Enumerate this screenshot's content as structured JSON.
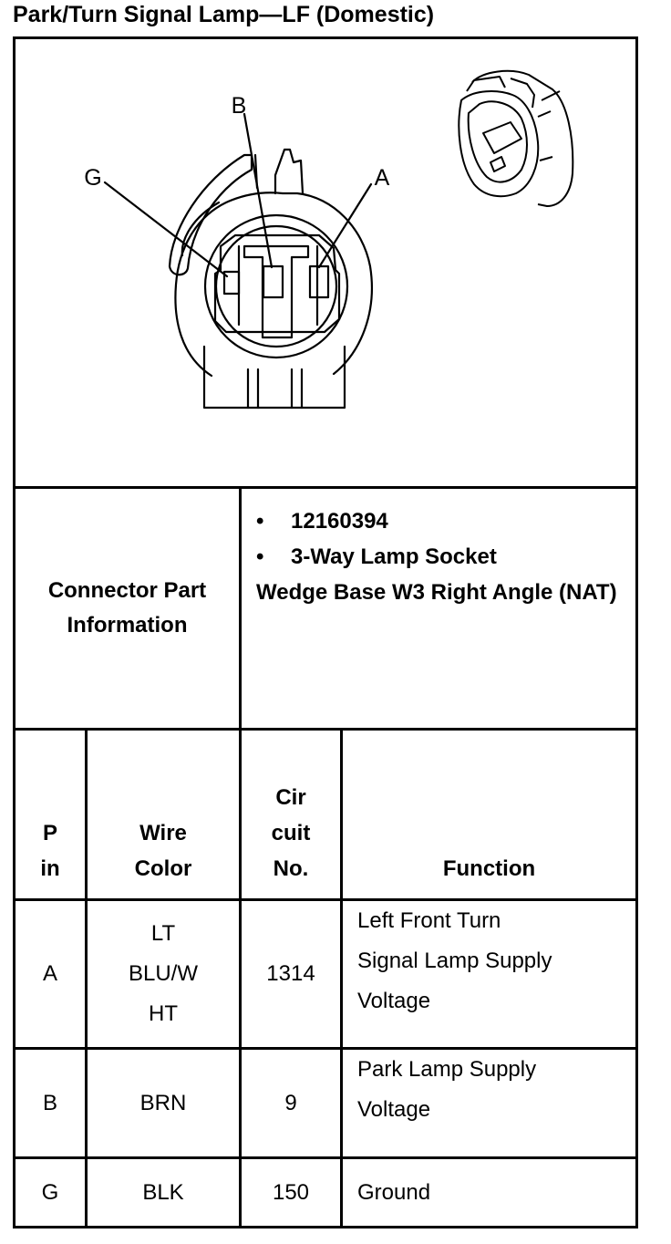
{
  "title": "Park/Turn Signal Lamp—LF (Domestic)",
  "diagram": {
    "labels": {
      "b": "B",
      "g": "G",
      "a": "A"
    }
  },
  "part_info": {
    "label": "Connector Part Information",
    "bullet": "•",
    "part_number": "12160394",
    "description_line1": "3-Way Lamp Socket",
    "description_line2": "Wedge Base W3 Right Angle (NAT)"
  },
  "table": {
    "headers": {
      "pin_l1": "P",
      "pin_l2": "in",
      "color_l1": "Wire",
      "color_l2": "Color",
      "circuit_l1": "Cir",
      "circuit_l2": "cuit",
      "circuit_l3": "No.",
      "function": "Function"
    },
    "rows": [
      {
        "pin": "A",
        "color_l1": "LT",
        "color_l2": "BLU/W",
        "color_l3": "HT",
        "circuit": "1314",
        "function_l1": "Left Front Turn",
        "function_l2": "Signal Lamp Supply",
        "function_l3": "Voltage"
      },
      {
        "pin": "B",
        "color": "BRN",
        "circuit": "9",
        "function_l1": "Park Lamp Supply",
        "function_l2": "Voltage"
      },
      {
        "pin": "G",
        "color": "BLK",
        "circuit": "150",
        "function": "Ground"
      }
    ]
  }
}
